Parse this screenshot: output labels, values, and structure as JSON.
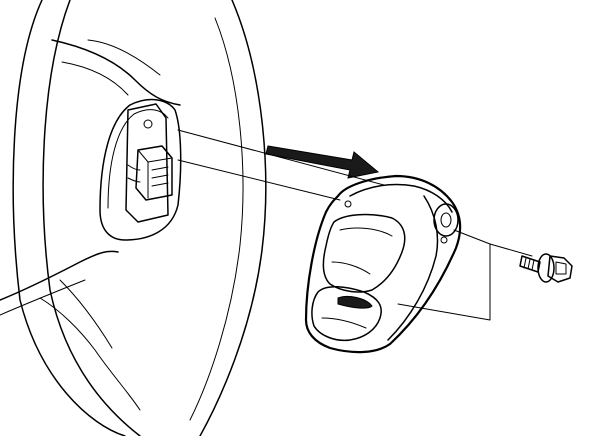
{
  "diagram": {
    "components": [
      {
        "name": "steering-wheel",
        "icon": "steering-wheel-icon"
      },
      {
        "name": "mounting-bracket-with-connector",
        "icon": "connector-icon"
      },
      {
        "name": "switch-module-cover",
        "icon": "switch-cover-icon"
      },
      {
        "name": "mounting-bolt",
        "icon": "bolt-icon"
      }
    ],
    "direction_arrow": "install-direction-arrow-icon",
    "colors": {
      "line": "#000000",
      "background": "#ffffff",
      "shade": "#d9d9d9",
      "dark_fill": "#1a1a1a"
    }
  }
}
